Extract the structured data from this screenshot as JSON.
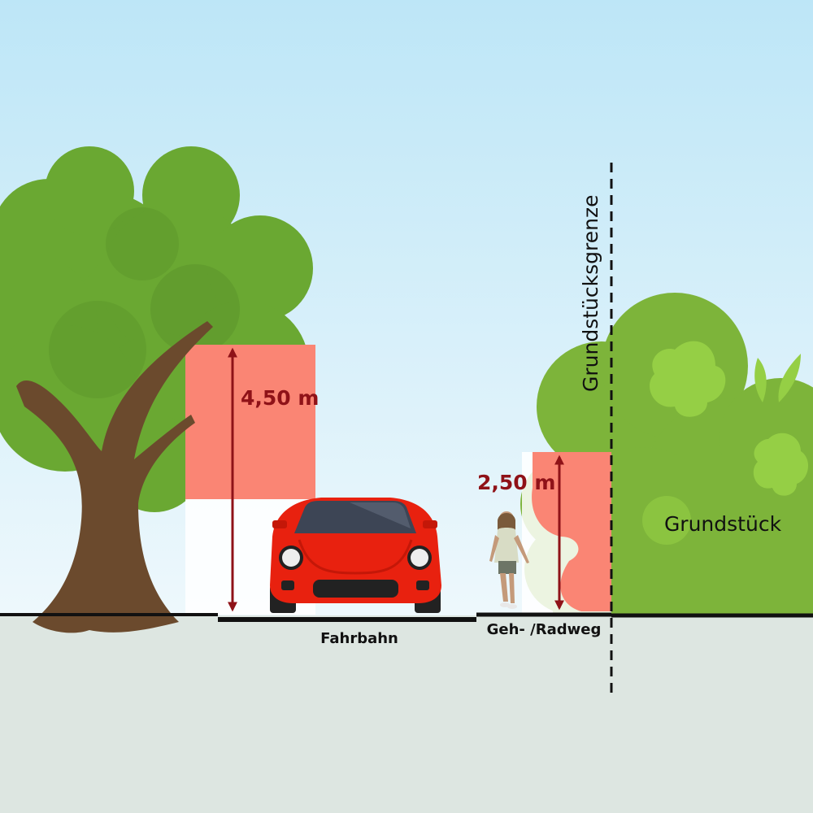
{
  "labels": {
    "clearance_road": "4,50 m",
    "clearance_path": "2,50 m",
    "road": "Fahrbahn",
    "path": "Geh- /Radweg",
    "boundary": "Grundstücksgrenze",
    "property": "Grundstück"
  },
  "colors": {
    "sky_top": "#bde6f7",
    "sky_bottom": "#eef8fc",
    "ground": "#dde6e1",
    "tree_foliage": "#6aa832",
    "tree_foliage_dark": "#548a28",
    "trunk": "#6b4a2d",
    "hedge": "#7db43a",
    "hedge_light": "#95cf45",
    "clearance_zone": "#fa8574",
    "arrow": "#8f1218",
    "car_body": "#e8210f",
    "line": "#111111"
  }
}
